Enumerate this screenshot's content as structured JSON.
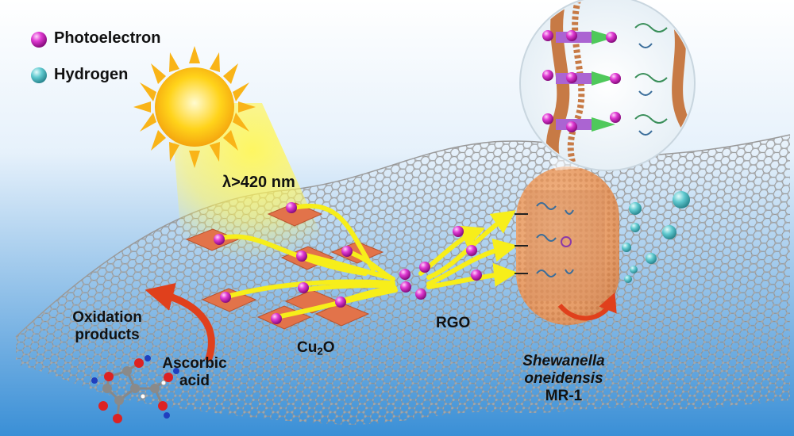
{
  "legend": {
    "photoelectron": {
      "label": "Photoelectron",
      "color": "#d726c9"
    },
    "hydrogen": {
      "label": "Hydrogen",
      "color": "#5fc9cf"
    }
  },
  "light": {
    "label": "λ>420 nm"
  },
  "labels": {
    "oxidation_line1": "Oxidation",
    "oxidation_line2": "products",
    "ascorbic_line1": "Ascorbic",
    "ascorbic_line2": "acid",
    "cu2o_main": "Cu",
    "cu2o_sub": "2",
    "cu2o_tail": "O",
    "rgo": "RGO",
    "species_line1": "Shewanella",
    "species_line2": "oneidensis",
    "species_line3": "MR-1"
  },
  "colors": {
    "sky_top": "#ffffff",
    "sky_bottom": "#3a8fd6",
    "arrow_yellow": "#f7ee1a",
    "arrow_red": "#e0401c",
    "cu2o_plate": "#e2734a",
    "bacterium": "#e8a06c",
    "graphene": "#9a9a9a"
  }
}
